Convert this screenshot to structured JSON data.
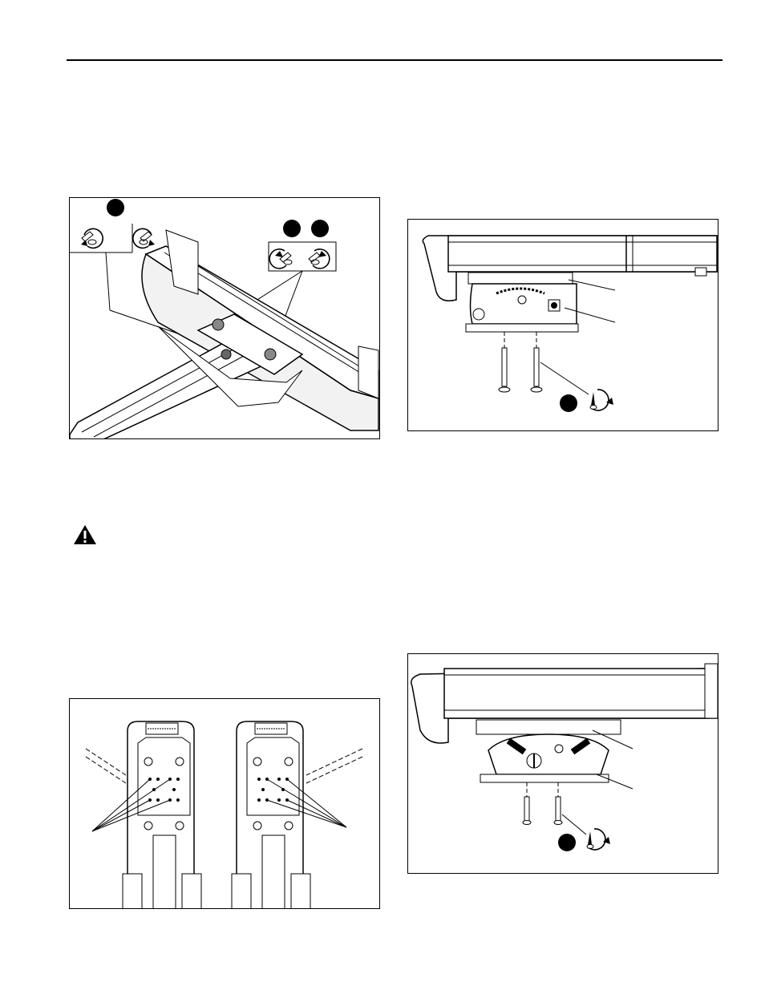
{
  "page": {
    "header_rule": true
  },
  "icons": {
    "warning": "warning-triangle-icon",
    "rotate_cw": "wrench-rotate-clockwise-icon",
    "rotate_ccw": "wrench-rotate-counterclockwise-icon",
    "screw_tighten": "screwdriver-tighten-icon"
  },
  "figures": [
    {
      "id": "fig-tl",
      "name": "adjustment-bracket-figure"
    },
    {
      "id": "fig-tr",
      "name": "projector-mount-side-figure"
    },
    {
      "id": "fig-bl",
      "name": "mount-plate-hole-pattern-figure"
    },
    {
      "id": "fig-br",
      "name": "projector-mount-alt-figure"
    }
  ]
}
